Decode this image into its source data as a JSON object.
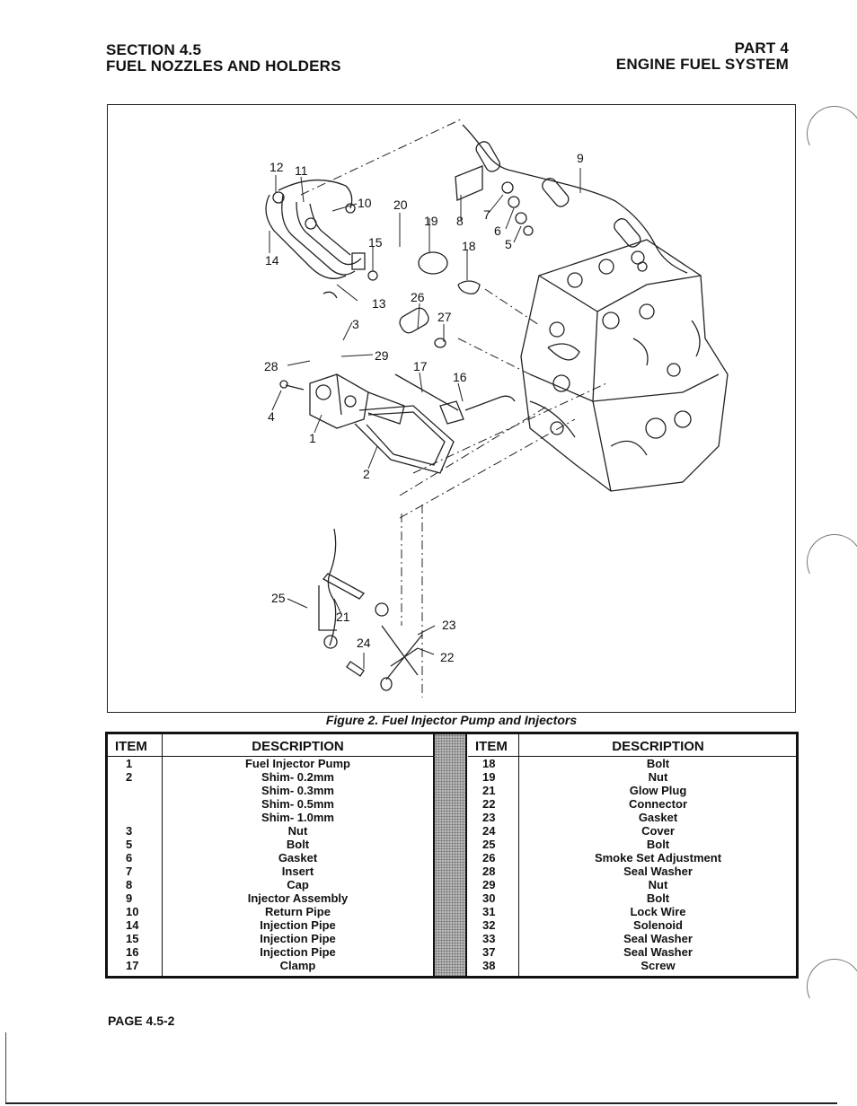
{
  "header": {
    "section": "SECTION 4.5",
    "section_title": "FUEL NOZZLES AND HOLDERS",
    "part": "PART 4",
    "part_title": "ENGINE FUEL SYSTEM"
  },
  "figure": {
    "caption": "Figure 2. Fuel Injector Pump and Injectors",
    "callouts": [
      "12",
      "11",
      "10",
      "20",
      "19",
      "8",
      "7",
      "6",
      "5",
      "18",
      "9",
      "15",
      "14",
      "13",
      "26",
      "27",
      "3",
      "29",
      "28",
      "17",
      "16",
      "4",
      "1",
      "2",
      "25",
      "21",
      "24",
      "23",
      "22"
    ]
  },
  "table": {
    "headers": {
      "item": "ITEM",
      "description": "DESCRIPTION"
    },
    "left_rows": [
      {
        "item": "1",
        "description": "Fuel Injector Pump"
      },
      {
        "item": "2",
        "description": "Shim- 0.2mm"
      },
      {
        "item": "",
        "description": "Shim- 0.3mm"
      },
      {
        "item": "",
        "description": "Shim- 0.5mm"
      },
      {
        "item": "",
        "description": "Shim- 1.0mm"
      },
      {
        "item": "3",
        "description": "Nut"
      },
      {
        "item": "5",
        "description": "Bolt"
      },
      {
        "item": "6",
        "description": "Gasket"
      },
      {
        "item": "7",
        "description": "Insert"
      },
      {
        "item": "8",
        "description": "Cap"
      },
      {
        "item": "9",
        "description": "Injector Assembly"
      },
      {
        "item": "10",
        "description": "Return Pipe"
      },
      {
        "item": "14",
        "description": "Injection Pipe"
      },
      {
        "item": "15",
        "description": "Injection Pipe"
      },
      {
        "item": "16",
        "description": "Injection Pipe"
      },
      {
        "item": "17",
        "description": "Clamp"
      }
    ],
    "right_rows": [
      {
        "item": "18",
        "description": "Bolt"
      },
      {
        "item": "19",
        "description": "Nut"
      },
      {
        "item": "21",
        "description": "Glow Plug"
      },
      {
        "item": "22",
        "description": "Connector"
      },
      {
        "item": "23",
        "description": "Gasket"
      },
      {
        "item": "24",
        "description": "Cover"
      },
      {
        "item": "25",
        "description": "Bolt"
      },
      {
        "item": "26",
        "description": "Smoke Set Adjustment"
      },
      {
        "item": "28",
        "description": "Seal Washer"
      },
      {
        "item": "29",
        "description": "Nut"
      },
      {
        "item": "30",
        "description": "Bolt"
      },
      {
        "item": "31",
        "description": "Lock Wire"
      },
      {
        "item": "32",
        "description": "Solenoid"
      },
      {
        "item": "33",
        "description": "Seal Washer"
      },
      {
        "item": "37",
        "description": "Seal Washer"
      },
      {
        "item": "38",
        "description": "Screw"
      }
    ]
  },
  "footer": {
    "page": "PAGE 4.5-2"
  }
}
